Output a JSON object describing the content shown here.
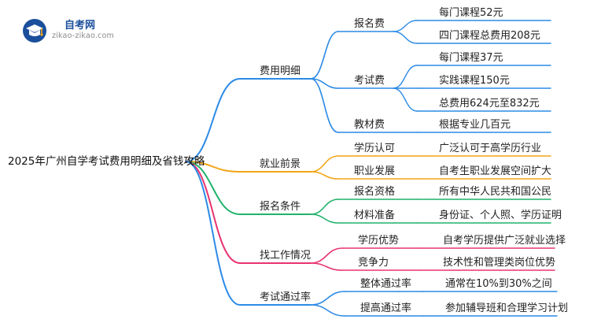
{
  "logo": {
    "name": "自考网",
    "url": "zikao-zikao.com"
  },
  "root": "2025年广州自学考试费用明细及省钱攻略",
  "colors": {
    "blue": "#2b8ae6",
    "orange": "#f2a516",
    "green": "#21b26a",
    "red": "#e8336f",
    "purple": "#9e4be0",
    "logo": "#1b4f9c"
  },
  "branches": [
    {
      "label": "费用明细",
      "color": "blue",
      "children": [
        {
          "label": "报名费",
          "children": [
            "每门课程52元",
            "四门课程总费用208元"
          ]
        },
        {
          "label": "考试费",
          "children": [
            "每门课程37元",
            "实践课程150元",
            "总费用624元至832元"
          ]
        },
        {
          "label": "教材费",
          "children": [
            "根据专业几百元"
          ]
        }
      ]
    },
    {
      "label": "就业前景",
      "color": "orange",
      "children": [
        {
          "label": "学历认可",
          "children": [
            "广泛认可于高学历行业"
          ]
        },
        {
          "label": "职业发展",
          "children": [
            "自考生职业发展空间扩大"
          ]
        }
      ]
    },
    {
      "label": "报名条件",
      "color": "green",
      "children": [
        {
          "label": "报名资格",
          "children": [
            "所有中华人民共和国公民"
          ]
        },
        {
          "label": "材料准备",
          "children": [
            "身份证、个人照、学历证明"
          ]
        }
      ]
    },
    {
      "label": "找工作情况",
      "color": "red",
      "children": [
        {
          "label": "学历优势",
          "children": [
            "自考学历提供广泛就业选择"
          ]
        },
        {
          "label": "竞争力",
          "children": [
            "技术性和管理类岗位优势"
          ]
        }
      ]
    },
    {
      "label": "考试通过率",
      "color": "blue",
      "children": [
        {
          "label": "整体通过率",
          "children": [
            "通常在10%到30%之间"
          ]
        },
        {
          "label": "提高通过率",
          "children": [
            "参加辅导班和合理学习计划"
          ]
        }
      ]
    }
  ]
}
